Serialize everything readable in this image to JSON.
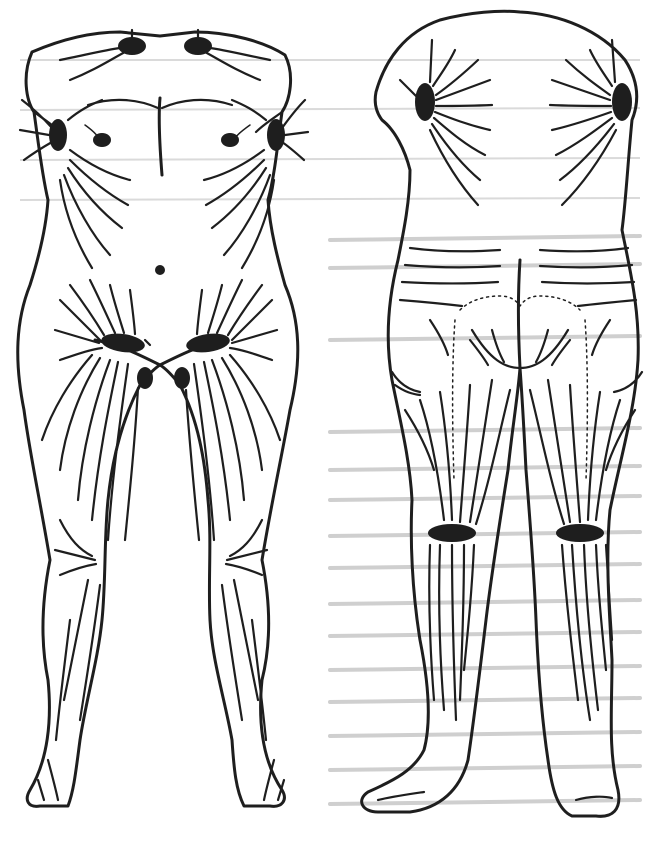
{
  "figure": {
    "views": [
      {
        "id": "front-view",
        "nodes": [
          "clavicle",
          "axilla",
          "nipple",
          "umbilicus",
          "inguinal",
          "thigh"
        ]
      },
      {
        "id": "back-view",
        "nodes": [
          "axilla",
          "popliteal"
        ]
      }
    ],
    "colors": {
      "ink": "#1e1e1e",
      "paper": "#ffffff",
      "bleed": "#cfcfcf"
    }
  }
}
